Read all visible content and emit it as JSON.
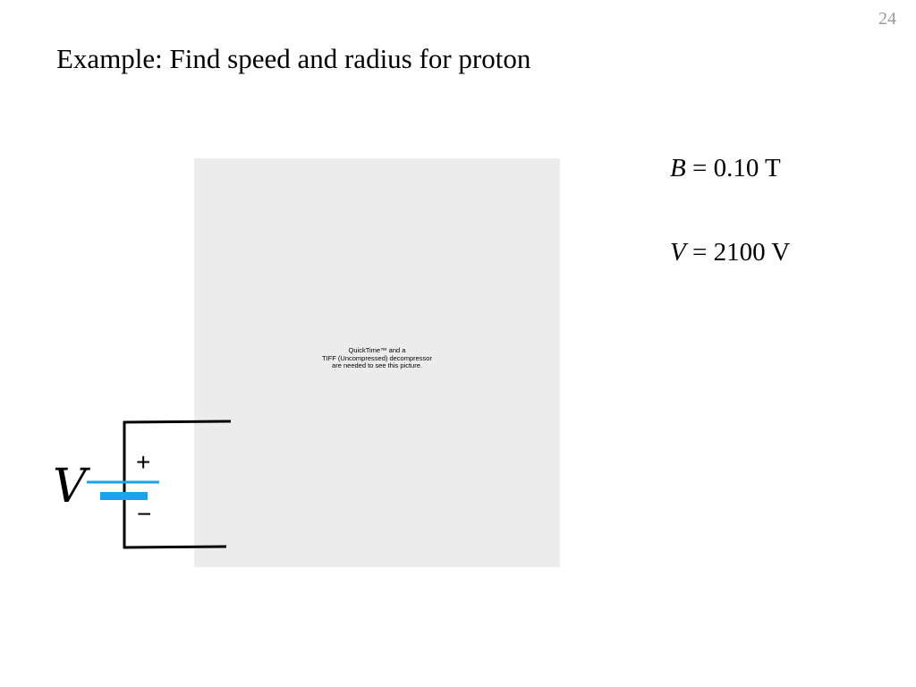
{
  "slide": {
    "number": "24",
    "title": "Example: Find speed and radius for proton"
  },
  "placeholder": {
    "line1": "QuickTime™ and a",
    "line2": "TIFF (Uncompressed) decompressor",
    "line3": "are needed to see this picture."
  },
  "given": {
    "b_symbol": "B",
    "b_rest": " = 0.10 T",
    "v_symbol": "V",
    "v_rest": " = 2100 V"
  },
  "circuit": {
    "voltage_label": "V",
    "plus": "+",
    "minus": "−",
    "plate_color": "#1aa3e8"
  }
}
